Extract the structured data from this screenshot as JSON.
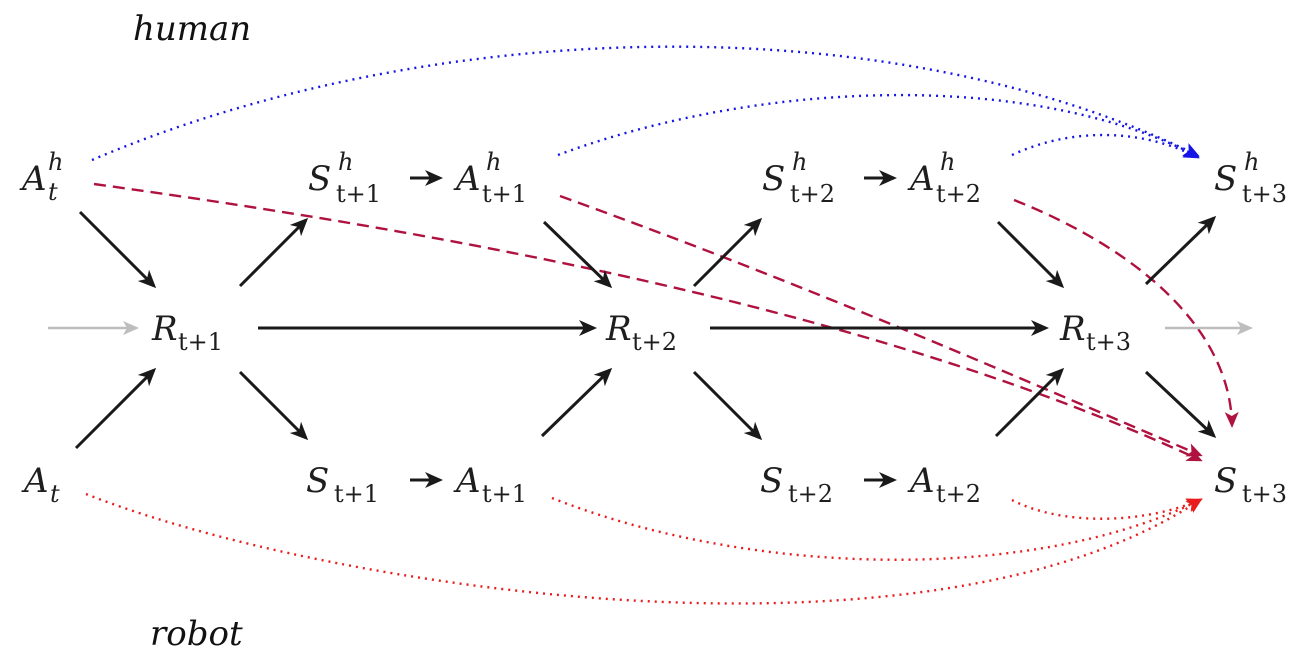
{
  "labels": {
    "human": "human",
    "robot": "robot"
  },
  "nodes": {
    "A_t_h": {
      "base": "A",
      "sub": "t",
      "sup": "h"
    },
    "A_t": {
      "base": "A",
      "sub": "t",
      "sup": ""
    },
    "S1_h": {
      "base": "S",
      "sub": "t+1",
      "sup": "h"
    },
    "A1_h": {
      "base": "A",
      "sub": "t+1",
      "sup": "h"
    },
    "S1": {
      "base": "S",
      "sub": "t+1",
      "sup": ""
    },
    "A1": {
      "base": "A",
      "sub": "t+1",
      "sup": ""
    },
    "R1": {
      "base": "R",
      "sub": "t+1",
      "sup": ""
    },
    "R2": {
      "base": "R",
      "sub": "t+2",
      "sup": ""
    },
    "R3": {
      "base": "R",
      "sub": "t+3",
      "sup": ""
    },
    "S2_h": {
      "base": "S",
      "sub": "t+2",
      "sup": "h"
    },
    "A2_h": {
      "base": "A",
      "sub": "t+2",
      "sup": "h"
    },
    "S2": {
      "base": "S",
      "sub": "t+2",
      "sup": ""
    },
    "A2": {
      "base": "A",
      "sub": "t+2",
      "sup": ""
    },
    "S3_h": {
      "base": "S",
      "sub": "t+3",
      "sup": "h"
    },
    "S3": {
      "base": "S",
      "sub": "t+3",
      "sup": ""
    }
  },
  "colors": {
    "solid": "#1a1a1a",
    "faded": "#bdbdbd",
    "human_dotted": "#1515e6",
    "robot_dotted": "#e81c1c",
    "dashed": "#b0123f"
  }
}
